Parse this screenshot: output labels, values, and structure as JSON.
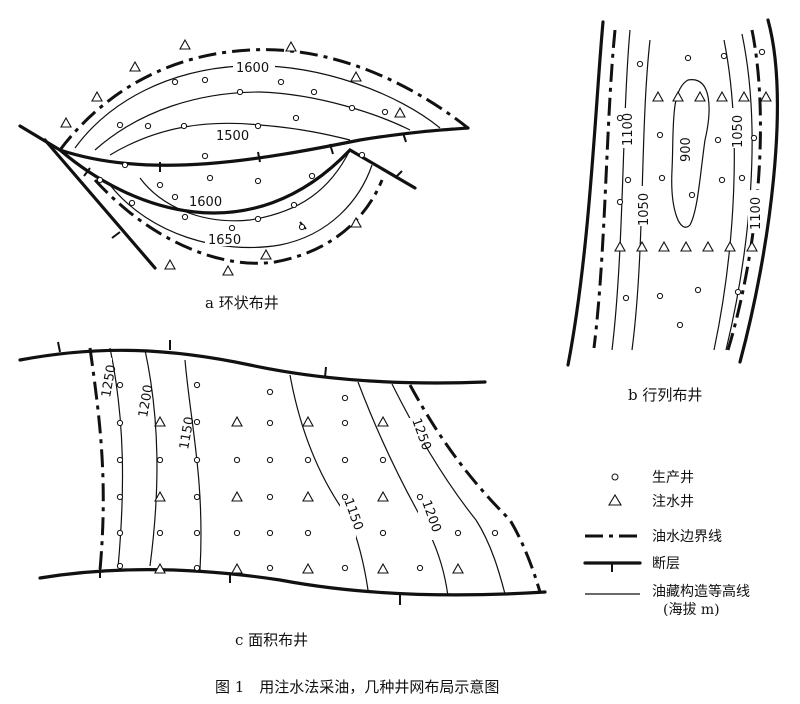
{
  "panels": {
    "a": {
      "label": "a 环状布井",
      "contours": [
        "1600",
        "1500",
        "1600",
        "1650"
      ]
    },
    "b": {
      "label": "b 行列布井",
      "contours": [
        "1100",
        "900",
        "1050",
        "1050",
        "1100"
      ]
    },
    "c": {
      "label": "c 面积布井",
      "contours": [
        "1250",
        "1200",
        "1150",
        "1150",
        "1200",
        "1250"
      ]
    }
  },
  "legend": {
    "production_well": "生产井",
    "injection_well": "注水井",
    "oil_water_boundary": "油水边界线",
    "fault": "断层",
    "contour": "油藏构造等高线",
    "contour_unit": "(海拔 m)"
  },
  "caption": "图 1　用注水法采油，几种井网布局示意图"
}
